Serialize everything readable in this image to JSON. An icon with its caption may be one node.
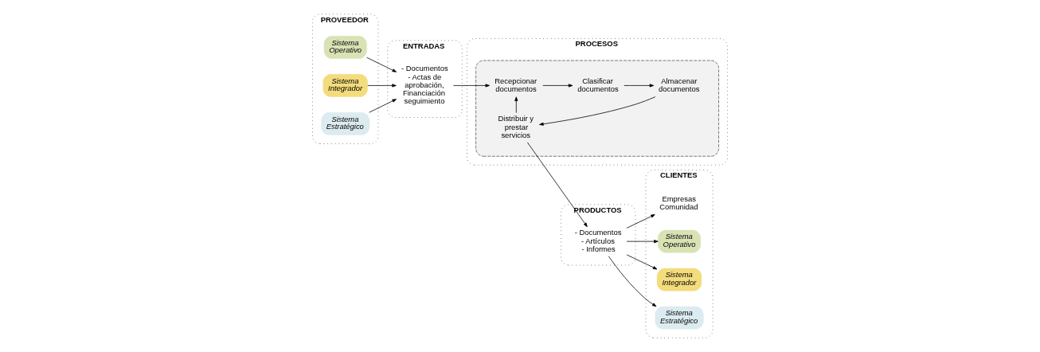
{
  "diagram": {
    "nodes": [
      {
        "text": [
          "PROVEEDOR"
        ]
      },
      {
        "text": [
          "Sistema Operativo"
        ],
        "in": 0
      },
      {
        "text": [
          "Sistema Integrador"
        ],
        "in": 0
      },
      {
        "text": [
          "Sistema Estratégico"
        ],
        "in": 0
      },
      {
        "text": [
          "ENTRADAS"
        ]
      },
      {
        "text": [
          "- Documentos - Actas de aprobación, Financiación seguimiento"
        ],
        "in": 4
      },
      {
        "text": [
          "PROCESOS"
        ]
      },
      {
        "text": [],
        "shape": "box",
        "in": 6
      },
      {
        "text": [
          "Clasificar documentos"
        ],
        "in": 7
      },
      {
        "text": [
          "Recepcionar documentos"
        ],
        "in": 7
      },
      {
        "text": [
          "Almacenar documentos"
        ],
        "in": 7
      },
      {
        "text": [
          "Distribuir y prestar servicios"
        ],
        "in": 7
      },
      {
        "text": [
          "PRODUCTOS"
        ]
      },
      {
        "text": [
          "- Documentos - Artículos - Informes"
        ],
        "in": 12
      },
      {
        "text": [
          "CLIENTES"
        ]
      },
      {
        "text": [
          "Empresas Comunidad"
        ],
        "in": 14
      },
      {
        "text": [
          "Sistema Operativo"
        ],
        "in": 14
      },
      {
        "text": [
          "Sistema Integrador"
        ],
        "in": 14
      },
      {
        "text": [
          "Sistema Estratégico"
        ],
        "in": 14
      }
    ],
    "edges": [
      {
        "from": 1,
        "to": 5,
        "arrow": "to"
      },
      {
        "from": 2,
        "to": 5,
        "arrow": "to"
      },
      {
        "from": 3,
        "to": 5,
        "arrow": "to"
      },
      {
        "from": 5,
        "to": 9,
        "arrow": "to"
      },
      {
        "from": 9,
        "to": 8,
        "arrow": "to"
      },
      {
        "from": 8,
        "to": 10,
        "arrow": "to"
      },
      {
        "from": 10,
        "to": 11,
        "arrow": "to"
      },
      {
        "from": 11,
        "to": 9,
        "arrow": "to"
      },
      {
        "from": 11,
        "to": 13,
        "arrow": "to"
      },
      {
        "from": 13,
        "to": 15,
        "arrow": "to"
      },
      {
        "from": 13,
        "to": 16,
        "arrow": "to"
      },
      {
        "from": 13,
        "to": 17,
        "arrow": "to"
      },
      {
        "from": 13,
        "to": 18,
        "arrow": "to"
      }
    ]
  }
}
